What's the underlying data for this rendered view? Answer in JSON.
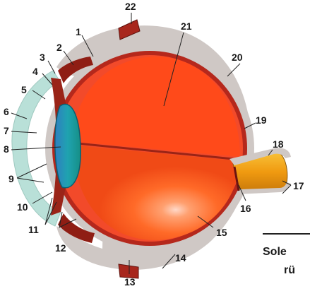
{
  "diagram": {
    "labels": [
      "1",
      "2",
      "3",
      "4",
      "5",
      "6",
      "7",
      "8",
      "9",
      "10",
      "11",
      "12",
      "13",
      "14",
      "15",
      "16",
      "17",
      "18",
      "19",
      "20",
      "21",
      "22"
    ]
  },
  "caption": {
    "line1": "Sole",
    "line2": "rü"
  },
  "colors": {
    "sclera": "#cfc8c5",
    "choroid": "#b5281c",
    "retina": "#f24a2a",
    "vitreous": "#ff4a1a",
    "lens": "#1f9aa8",
    "cornea": "#b9e0d8",
    "optic_nerve": "#f0a51c",
    "muscle": "#a8271d"
  }
}
